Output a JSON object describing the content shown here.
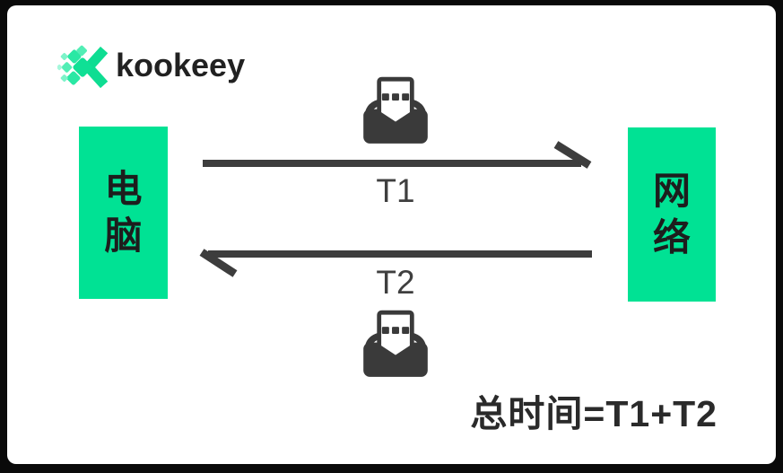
{
  "logo": {
    "brand": "kookeey",
    "icon": "kookeey-diamond-k-icon",
    "brand_color": "#212121",
    "brand_green": "#0edd92"
  },
  "diagram": {
    "left_node": {
      "label": "电\n脑"
    },
    "right_node": {
      "label": "网\n络"
    },
    "request": {
      "label": "T1",
      "direction": "left-to-right",
      "icon": "open-envelope-message-icon"
    },
    "response": {
      "label": "T2",
      "direction": "right-to-left",
      "icon": "open-envelope-message-icon"
    },
    "formula": "总时间=T1+T2"
  },
  "colors": {
    "page_bg": "#0a0a0a",
    "card_bg": "#ffffff",
    "node_bg": "#00e294",
    "ink": "#3d3d3d"
  }
}
